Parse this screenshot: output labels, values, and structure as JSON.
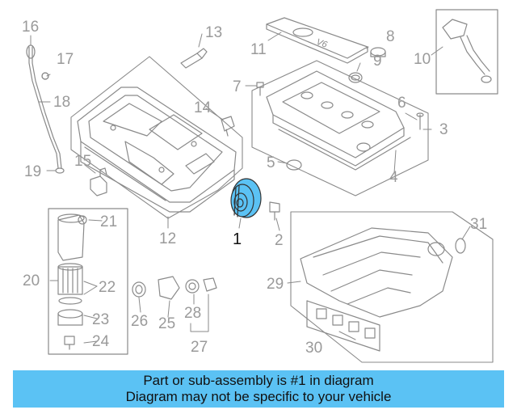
{
  "callouts": {
    "c1": "1",
    "c2": "2",
    "c3": "3",
    "c4": "4",
    "c5": "5",
    "c6": "6",
    "c7": "7",
    "c8": "8",
    "c9": "9",
    "c10": "10",
    "c11": "11",
    "c12": "12",
    "c13": "13",
    "c14": "14",
    "c15": "15",
    "c16": "16",
    "c17": "17",
    "c18": "18",
    "c19": "19",
    "c20": "20",
    "c21": "21",
    "c22": "22",
    "c23": "23",
    "c24": "24",
    "c25": "25",
    "c26": "26",
    "c27": "27",
    "c28": "28",
    "c29": "29",
    "c30": "30",
    "c31": "31"
  },
  "valve_cover_text": "V6",
  "highlighted_part": "1",
  "banner": {
    "line1": "Part or sub-assembly is #1 in diagram",
    "line2": "Diagram may not be specific to your vehicle"
  },
  "colors": {
    "banner": "#5bc2f4",
    "highlight": "#5bc2f4",
    "line_art": "#8a8a8a"
  }
}
